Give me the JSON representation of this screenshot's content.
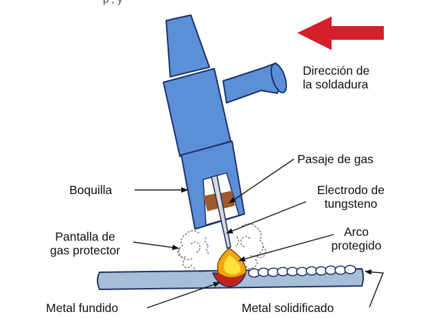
{
  "header_fragment": "p                     ,                   y",
  "labels": {
    "direction": [
      "Dirección de",
      "la soldadura"
    ],
    "gas_passage": "Pasaje de gas",
    "nozzle": "Boquilla",
    "electrode": [
      "Electrodo de",
      "tungsteno"
    ],
    "shield": [
      "Pantalla de",
      "gas protector"
    ],
    "arc": [
      "Arco",
      "protegido"
    ],
    "molten": "Metal fundido",
    "solidified": "Metal solidificado"
  },
  "colors": {
    "torch": "#5b8fd8",
    "torch_outline": "#1c2f66",
    "arrow": "#d61f2b",
    "electrode": "#d9d9d9",
    "gas_passage": "#a0592e",
    "arc_outer": "#f3a612",
    "arc_inner": "#ffe23a",
    "plate": "#a6bfd6",
    "molten": "#c4231c"
  },
  "icons": {
    "direction_arrow": "arrow-left-icon"
  }
}
